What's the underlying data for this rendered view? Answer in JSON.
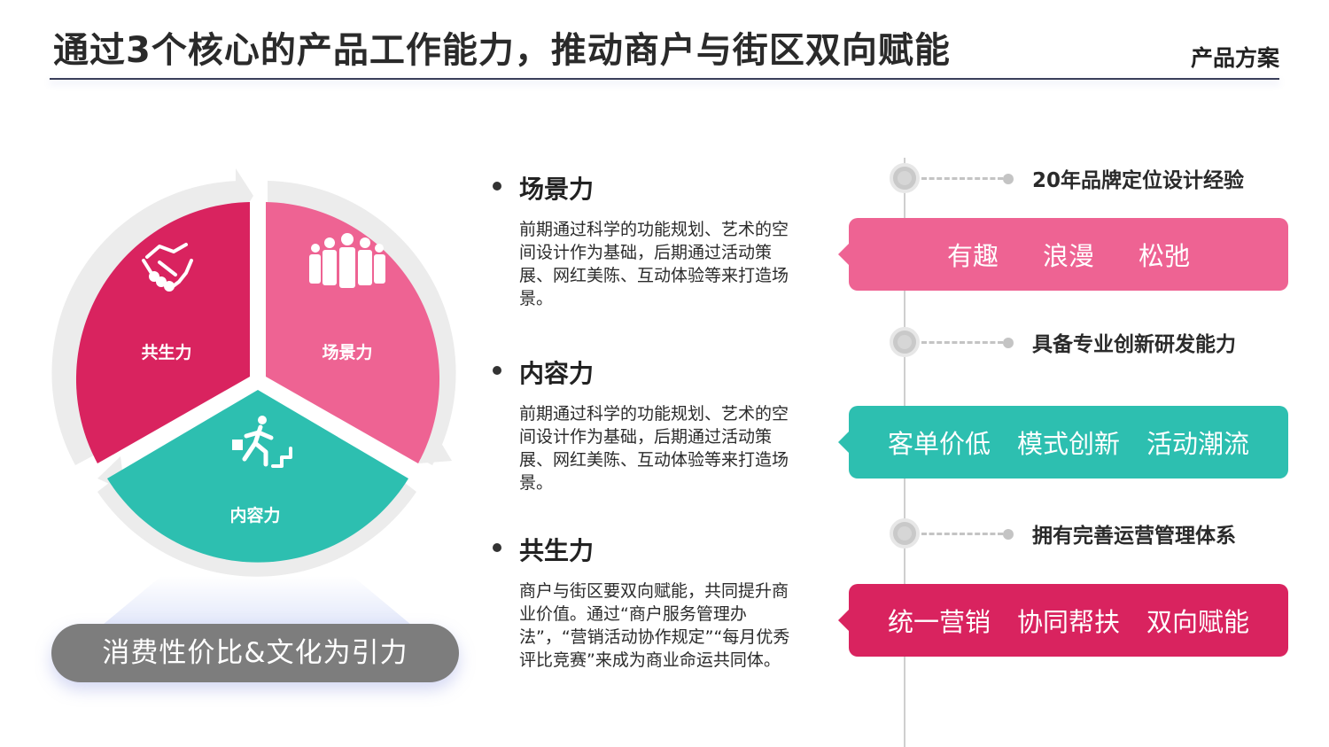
{
  "header": {
    "title": "通过3个核心的产品工作能力，推动商户与街区双向赋能",
    "tag": "产品方案"
  },
  "cycle": {
    "segments": [
      {
        "label": "共生力",
        "color": "#d9235f",
        "icon": "handshake-icon"
      },
      {
        "label": "场景力",
        "color": "#ee6393",
        "icon": "people-group-icon"
      },
      {
        "label": "内容力",
        "color": "#2dbfb0",
        "icon": "running-stairs-icon"
      }
    ],
    "bottom_banner": "消费性价比&文化为引力"
  },
  "features": [
    {
      "title": "场景力",
      "text": "前期通过科学的功能规划、艺术的空间设计作为基础，后期通过活动策展、网红美陈、互动体验等来打造场景。"
    },
    {
      "title": "内容力",
      "text": "前期通过科学的功能规划、艺术的空间设计作为基础，后期通过活动策展、网红美陈、互动体验等来打造场景。"
    },
    {
      "title": "共生力",
      "text": "商户与街区要双向赋能，共同提升商业价值。通过“商户服务管理办法”，“营销活动协作规定”“每月优秀评比竞赛”来成为商业命运共同体。"
    }
  ],
  "timeline": [
    {
      "label": "20年品牌定位设计经验",
      "color": "#ee6393",
      "tags": [
        "有趣",
        "浪漫",
        "松弛"
      ]
    },
    {
      "label": "具备专业创新研发能力",
      "color": "#2dbfb0",
      "tags": [
        "客单价低",
        "模式创新",
        "活动潮流"
      ]
    },
    {
      "label": "拥有完善运营管理体系",
      "color": "#d9235f",
      "tags": [
        "统一营销",
        "协同帮扶",
        "双向赋能"
      ]
    }
  ]
}
